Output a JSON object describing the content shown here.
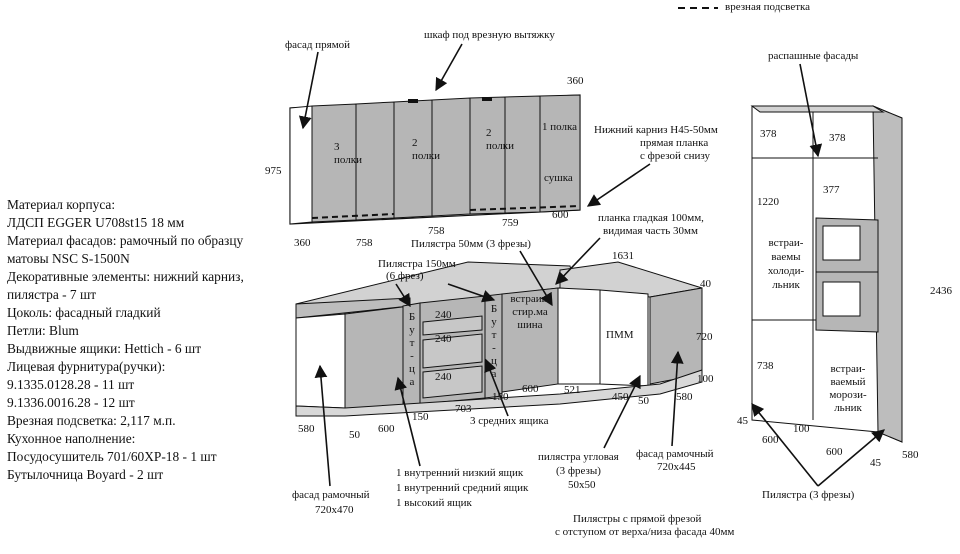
{
  "spec_lines": [
    "Материал корпуса:",
    "ЛДСП EGGER U708st15 18 мм",
    "Материал фасадов: рамочный по образцу",
    "матовы NSC S-1500N",
    "Декоративные элементы: нижний карниз,",
    "пилястра - 7 шт",
    "Цоколь: фасадный гладкий",
    "Петли: Blum",
    "Выдвижные ящики: Hettich - 6 шт",
    "Лицевая фурнитура(ручки):",
    "9.1335.0128.28 - 11 шт",
    "9.1336.0016.28 - 12 шт",
    "Врезная подсветка: 2,117 м.п.",
    "Кухонное наполнение:",
    "Посудосушитель 701/60XP-18 - 1 шт",
    "Бутылочница Boyard - 2 шт"
  ],
  "legend": {
    "line": "врезная подсветка"
  },
  "upper": {
    "facade_direct": "фасад прямой",
    "hood_cabinet": "шкаф под врезную вытяжку",
    "cornice": "Нижний карниз H45-50мм",
    "strip1": "прямая планка",
    "strip2": "с фрезой снизу",
    "shelves_3a": "3",
    "shelves_3b": "полки",
    "shelves_2a": "2",
    "shelves_2b": "полки",
    "shelves_2c": "2",
    "shelves_2d": "полки",
    "shelves_1": "1 полка",
    "dryer": "сушка",
    "d_975": "975",
    "d_360_top": "360",
    "d_360_bot": "360",
    "d_758a": "758",
    "d_758b": "758",
    "d_759": "759",
    "d_600": "600"
  },
  "base": {
    "smooth_strip1": "планка гладкая 100мм,",
    "smooth_strip2": "видимая часть 30мм",
    "pilaster50": "Пилястра 50мм (3 фрезы)",
    "pilaster150a": "Пилястра 150мм",
    "pilaster150b": "(6 фрез)",
    "d_1631": "1631",
    "d_40": "40",
    "d_720": "720",
    "d_100": "100",
    "d_580a": "580",
    "d_580b": "580",
    "d_240a": "240",
    "d_240b": "240",
    "d_240c": "240",
    "butylka1": [
      "Б",
      "у",
      "т",
      "-",
      "ц",
      "а"
    ],
    "butylka2": [
      "Б",
      "у",
      "т",
      "-",
      "ц",
      "а"
    ],
    "washer": [
      "встраив.",
      "стир.ма",
      "шина"
    ],
    "dishwasher": "ПММ",
    "d_150a": "150",
    "d_150b": "150",
    "d_600a": "600",
    "d_600b": "600",
    "d_521": "521",
    "d_450": "450",
    "d_50a": "50",
    "d_50b": "50",
    "d_703": "703",
    "mid_drawers": "3 средних ящика",
    "drawers1": "1 внутренний низкий ящик",
    "drawers2": "1 внутренний средний ящик",
    "drawers3": "1 высокий ящик",
    "frame_facade_a": "фасад рамочный",
    "frame_facade_a_size": "720х470",
    "corner_pilaster1": "пилястра угловая",
    "corner_pilaster2": "(3 фрезы)",
    "corner_pilaster3": "50х50",
    "frame_facade_b": "фасад рамочный",
    "frame_facade_b_size": "720х445",
    "pilasters_note1": "Пилястры с прямой фрезой",
    "pilasters_note2": "с отступом от верха/низа фасада 40мм"
  },
  "tall": {
    "swing": "распашные фасады",
    "d_378a": "378",
    "d_378b": "378",
    "d_377": "377",
    "d_1220": "1220",
    "d_738": "738",
    "d_2436": "2436",
    "fridge": [
      "встраи-",
      "ваемы",
      "холоди-",
      "льник"
    ],
    "freezer": [
      "встраи-",
      "ваемый",
      "морози-",
      "льник"
    ],
    "d_45a": "45",
    "d_45b": "45",
    "d_600a": "600",
    "d_600b": "600",
    "d_100": "100",
    "d_580": "580",
    "pilaster3": "Пилястра (3 фрезы)"
  }
}
